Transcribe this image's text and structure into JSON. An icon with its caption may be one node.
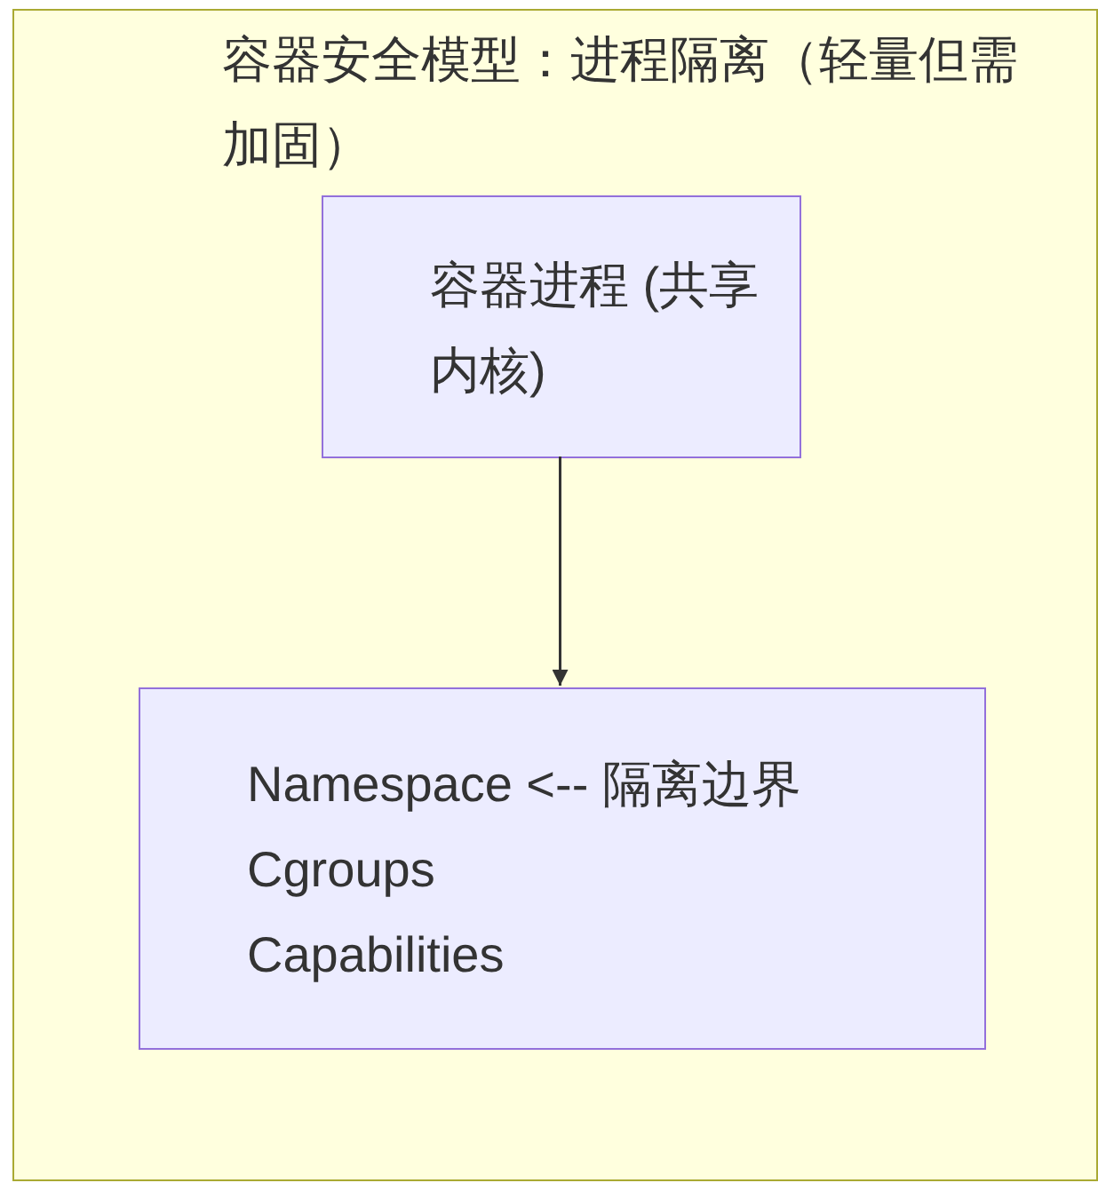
{
  "diagram": {
    "nodes": [
      {
        "text": [
          "容器安全模型：进程隔离（轻量但需加固）"
        ]
      },
      {
        "text": [
          "容器进程 (共享内核)"
        ],
        "in": 0
      },
      {
        "text": [
          "Namespace <-- 隔离边界",
          "Cgroups",
          "Capabilities"
        ],
        "in": 0
      }
    ],
    "edges": [
      {
        "from": 1,
        "to": 2,
        "arrow": "to"
      }
    ]
  }
}
